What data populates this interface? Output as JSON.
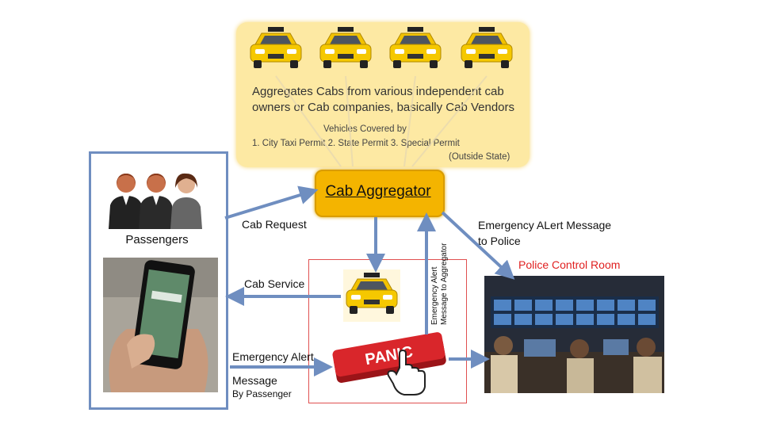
{
  "vendor_box": {
    "line_1": "Aggregates Cabs from various independent  cab",
    "line_2": "owners or Cab companies, basically Cab Vendors",
    "vehicles_title": "Vehicles Covered by",
    "vehicles_list": "1. City Taxi Permit 2. State Permit 3. Special Permit",
    "vehicles_note": "(Outside State)"
  },
  "aggregator": {
    "label": "Cab Aggregator"
  },
  "passengers": {
    "label": "Passengers"
  },
  "police": {
    "label": "Police Control Room"
  },
  "edges": {
    "cab_request": "Cab Request",
    "cab_service": "Cab Service",
    "emergency_alert_line1": "Emergency Alert",
    "emergency_alert_line2": "Message",
    "emergency_alert_line3": "By Passenger",
    "police_alert_line1": "Emergency ALert Message",
    "police_alert_line2": "to Police",
    "vertical_line1": "Emergency Alert",
    "vertical_line2": "Message to Aggregator"
  },
  "panic_button": {
    "label": "PANIC"
  },
  "colors": {
    "arrow": "#6f8ec0",
    "aggregator": "#f4b400",
    "vendor_bg": "#fde9a3",
    "panic": "#d9262b",
    "police_label": "#e02020"
  }
}
